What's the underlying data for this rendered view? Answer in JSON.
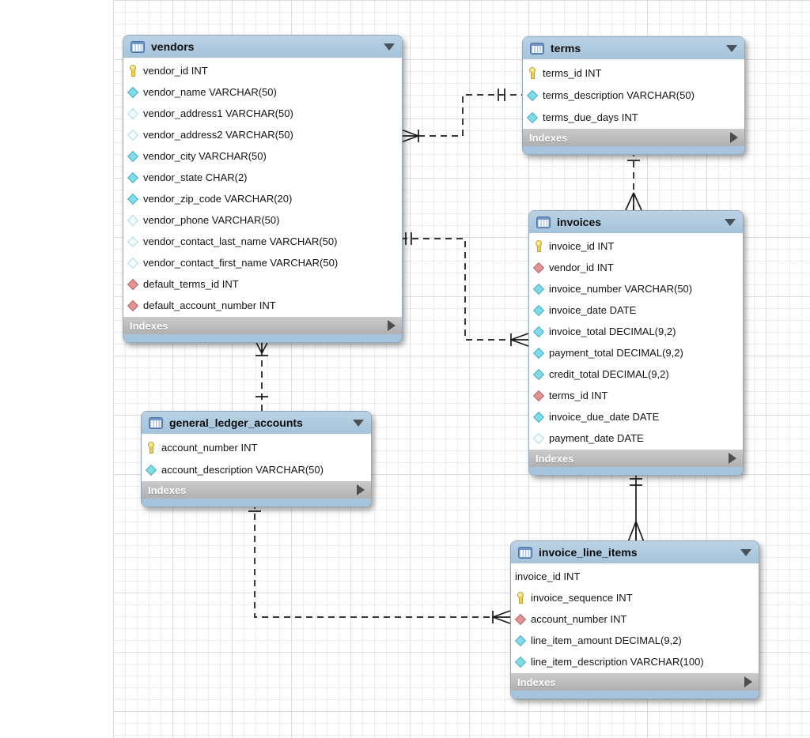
{
  "diagram": {
    "colors": {
      "header_blue": "#a8c6de",
      "strip_blue": "#a6c4dd",
      "indexes_gray": "#bdbdbd",
      "pk_yellow": "#f0cf4e",
      "attribute_cyan": "#7fdbe8",
      "foreign_key_red": "#e09494",
      "connector_black": "#1b1b1b"
    },
    "tables": [
      {
        "id": "vendors",
        "title": "vendors",
        "footer": "Indexes",
        "columns": [
          {
            "icon": "key",
            "text": "vendor_id INT"
          },
          {
            "icon": "diamond-filled",
            "text": "vendor_name VARCHAR(50)"
          },
          {
            "icon": "diamond-open",
            "text": "vendor_address1 VARCHAR(50)"
          },
          {
            "icon": "diamond-open",
            "text": "vendor_address2 VARCHAR(50)"
          },
          {
            "icon": "diamond-filled",
            "text": "vendor_city VARCHAR(50)"
          },
          {
            "icon": "diamond-filled",
            "text": "vendor_state CHAR(2)"
          },
          {
            "icon": "diamond-filled",
            "text": "vendor_zip_code VARCHAR(20)"
          },
          {
            "icon": "diamond-open",
            "text": "vendor_phone VARCHAR(50)"
          },
          {
            "icon": "diamond-open",
            "text": "vendor_contact_last_name VARCHAR(50)"
          },
          {
            "icon": "diamond-open",
            "text": "vendor_contact_first_name VARCHAR(50)"
          },
          {
            "icon": "diamond-red",
            "text": "default_terms_id INT"
          },
          {
            "icon": "diamond-red",
            "text": "default_account_number INT"
          }
        ]
      },
      {
        "id": "terms",
        "title": "terms",
        "footer": "Indexes",
        "columns": [
          {
            "icon": "key",
            "text": "terms_id INT"
          },
          {
            "icon": "diamond-filled",
            "text": "terms_description VARCHAR(50)"
          },
          {
            "icon": "diamond-filled",
            "text": "terms_due_days INT"
          }
        ]
      },
      {
        "id": "invoices",
        "title": "invoices",
        "footer": "Indexes",
        "columns": [
          {
            "icon": "key",
            "text": "invoice_id INT"
          },
          {
            "icon": "diamond-red",
            "text": "vendor_id INT"
          },
          {
            "icon": "diamond-filled",
            "text": "invoice_number VARCHAR(50)"
          },
          {
            "icon": "diamond-filled",
            "text": "invoice_date DATE"
          },
          {
            "icon": "diamond-filled",
            "text": "invoice_total DECIMAL(9,2)"
          },
          {
            "icon": "diamond-filled",
            "text": "payment_total DECIMAL(9,2)"
          },
          {
            "icon": "diamond-filled",
            "text": "credit_total DECIMAL(9,2)"
          },
          {
            "icon": "diamond-red",
            "text": "terms_id INT"
          },
          {
            "icon": "diamond-filled",
            "text": "invoice_due_date DATE"
          },
          {
            "icon": "diamond-open",
            "text": "payment_date DATE"
          }
        ]
      },
      {
        "id": "general_ledger_accounts",
        "title": "general_ledger_accounts",
        "footer": "Indexes",
        "columns": [
          {
            "icon": "key",
            "text": "account_number INT"
          },
          {
            "icon": "diamond-filled",
            "text": "account_description VARCHAR(50)"
          }
        ]
      },
      {
        "id": "invoice_line_items",
        "title": "invoice_line_items",
        "footer": "Indexes",
        "columns": [
          {
            "icon": "none",
            "text": "invoice_id INT"
          },
          {
            "icon": "key",
            "text": "invoice_sequence INT"
          },
          {
            "icon": "diamond-red",
            "text": "account_number INT"
          },
          {
            "icon": "diamond-filled",
            "text": "line_item_amount DECIMAL(9,2)"
          },
          {
            "icon": "diamond-filled",
            "text": "line_item_description VARCHAR(100)"
          }
        ]
      }
    ],
    "relationships": [
      {
        "id": "vendors-terms",
        "style": "dashed",
        "end_at_vendors": "many",
        "end_at_terms": "one"
      },
      {
        "id": "vendors-invoices",
        "style": "dashed",
        "end_at_vendors": "one",
        "end_at_invoices": "many"
      },
      {
        "id": "terms-invoices",
        "style": "dashed",
        "end_at_terms": "one",
        "end_at_invoices": "many"
      },
      {
        "id": "vendors-general_ledger_accounts",
        "style": "dashed",
        "end_at_vendors": "many",
        "end_at_general_ledger_accounts": "one"
      },
      {
        "id": "general_ledger_accounts-invoice_line_items",
        "style": "dashed",
        "end_at_general_ledger_accounts": "one",
        "end_at_invoice_line_items": "many"
      },
      {
        "id": "invoices-invoice_line_items",
        "style": "solid",
        "end_at_invoices": "one",
        "end_at_invoice_line_items": "many"
      }
    ]
  }
}
